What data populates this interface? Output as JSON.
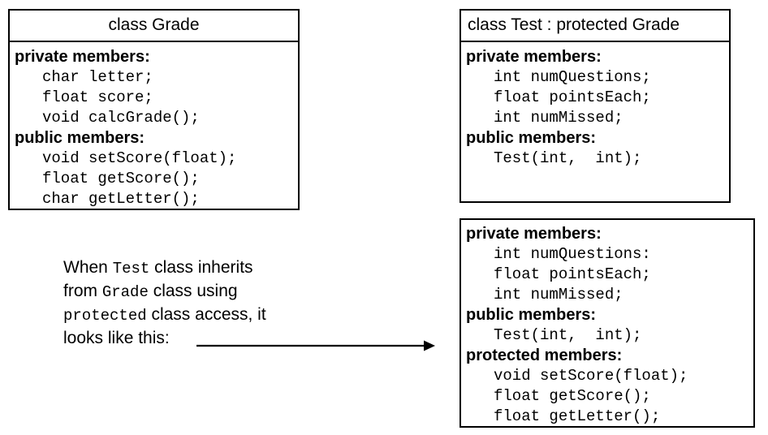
{
  "diagram": {
    "boxes": [
      {
        "id": "grade-class",
        "header": "class Grade",
        "header_align": "center",
        "sections": [
          {
            "label": "private members:",
            "lines": [
              "char letter;",
              "float score;",
              "void calcGrade();"
            ]
          },
          {
            "label": "public members:",
            "lines": [
              "void setScore(float);",
              "float getScore();",
              "char getLetter();"
            ]
          }
        ]
      },
      {
        "id": "test-class",
        "header": "class Test : protected Grade",
        "header_align": "left",
        "sections": [
          {
            "label": "private members:",
            "lines": [
              "int numQuestions;",
              "float pointsEach;",
              "int numMissed;"
            ]
          },
          {
            "label": "public members:",
            "lines": [
              "Test(int,  int);"
            ]
          }
        ]
      },
      {
        "id": "test-inherited",
        "header": null,
        "header_align": "left",
        "sections": [
          {
            "label": "private members:",
            "lines": [
              "int numQuestions:",
              "float pointsEach;",
              "int numMissed;"
            ]
          },
          {
            "label": "public members:",
            "lines": [
              "Test(int,  int);"
            ]
          },
          {
            "label": "protected members:",
            "lines": [
              "void setScore(float);",
              "float getScore();",
              "float getLetter();"
            ]
          }
        ]
      }
    ],
    "caption": {
      "lines": [
        [
          {
            "t": "When ",
            "mono": false
          },
          {
            "t": "Test",
            "mono": true
          },
          {
            "t": " class inherits",
            "mono": false
          }
        ],
        [
          {
            "t": "from ",
            "mono": false
          },
          {
            "t": "Grade",
            "mono": true
          },
          {
            "t": " class using",
            "mono": false
          }
        ],
        [
          {
            "t": "protected",
            "mono": true
          },
          {
            "t": " class access, it",
            "mono": false
          }
        ],
        [
          {
            "t": "looks like this:",
            "mono": false
          }
        ]
      ]
    },
    "colors": {
      "stroke": "#000000",
      "background": "#ffffff",
      "text": "#000000"
    }
  }
}
